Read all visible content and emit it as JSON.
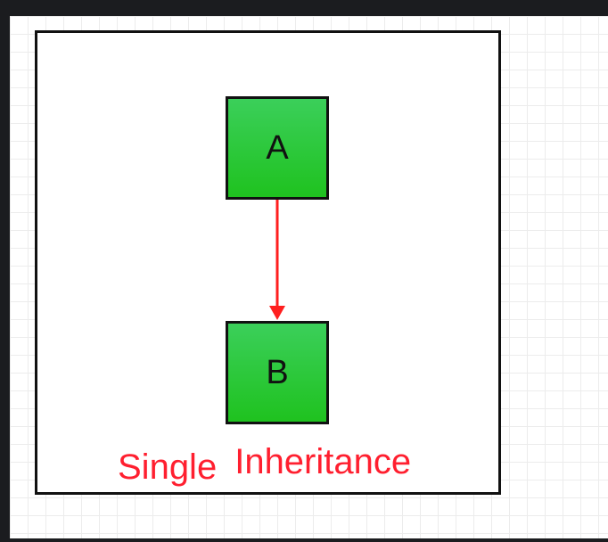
{
  "colors": {
    "outer_background": "#1b1c1f",
    "canvas_background": "#ffffff",
    "grid_line": "#ececec",
    "frame_border": "#111111",
    "node_fill_top": "#3bcf5a",
    "node_fill_bottom": "#1fc21f",
    "edge": "#ff1f1f",
    "caption": "#ff1f2f"
  },
  "diagram": {
    "nodes": [
      {
        "id": "A",
        "label": "A"
      },
      {
        "id": "B",
        "label": "B"
      }
    ],
    "edges": [
      {
        "from": "A",
        "to": "B",
        "style": "arrow"
      }
    ],
    "caption": {
      "word1": "Single",
      "word2": "Inheritance"
    }
  }
}
